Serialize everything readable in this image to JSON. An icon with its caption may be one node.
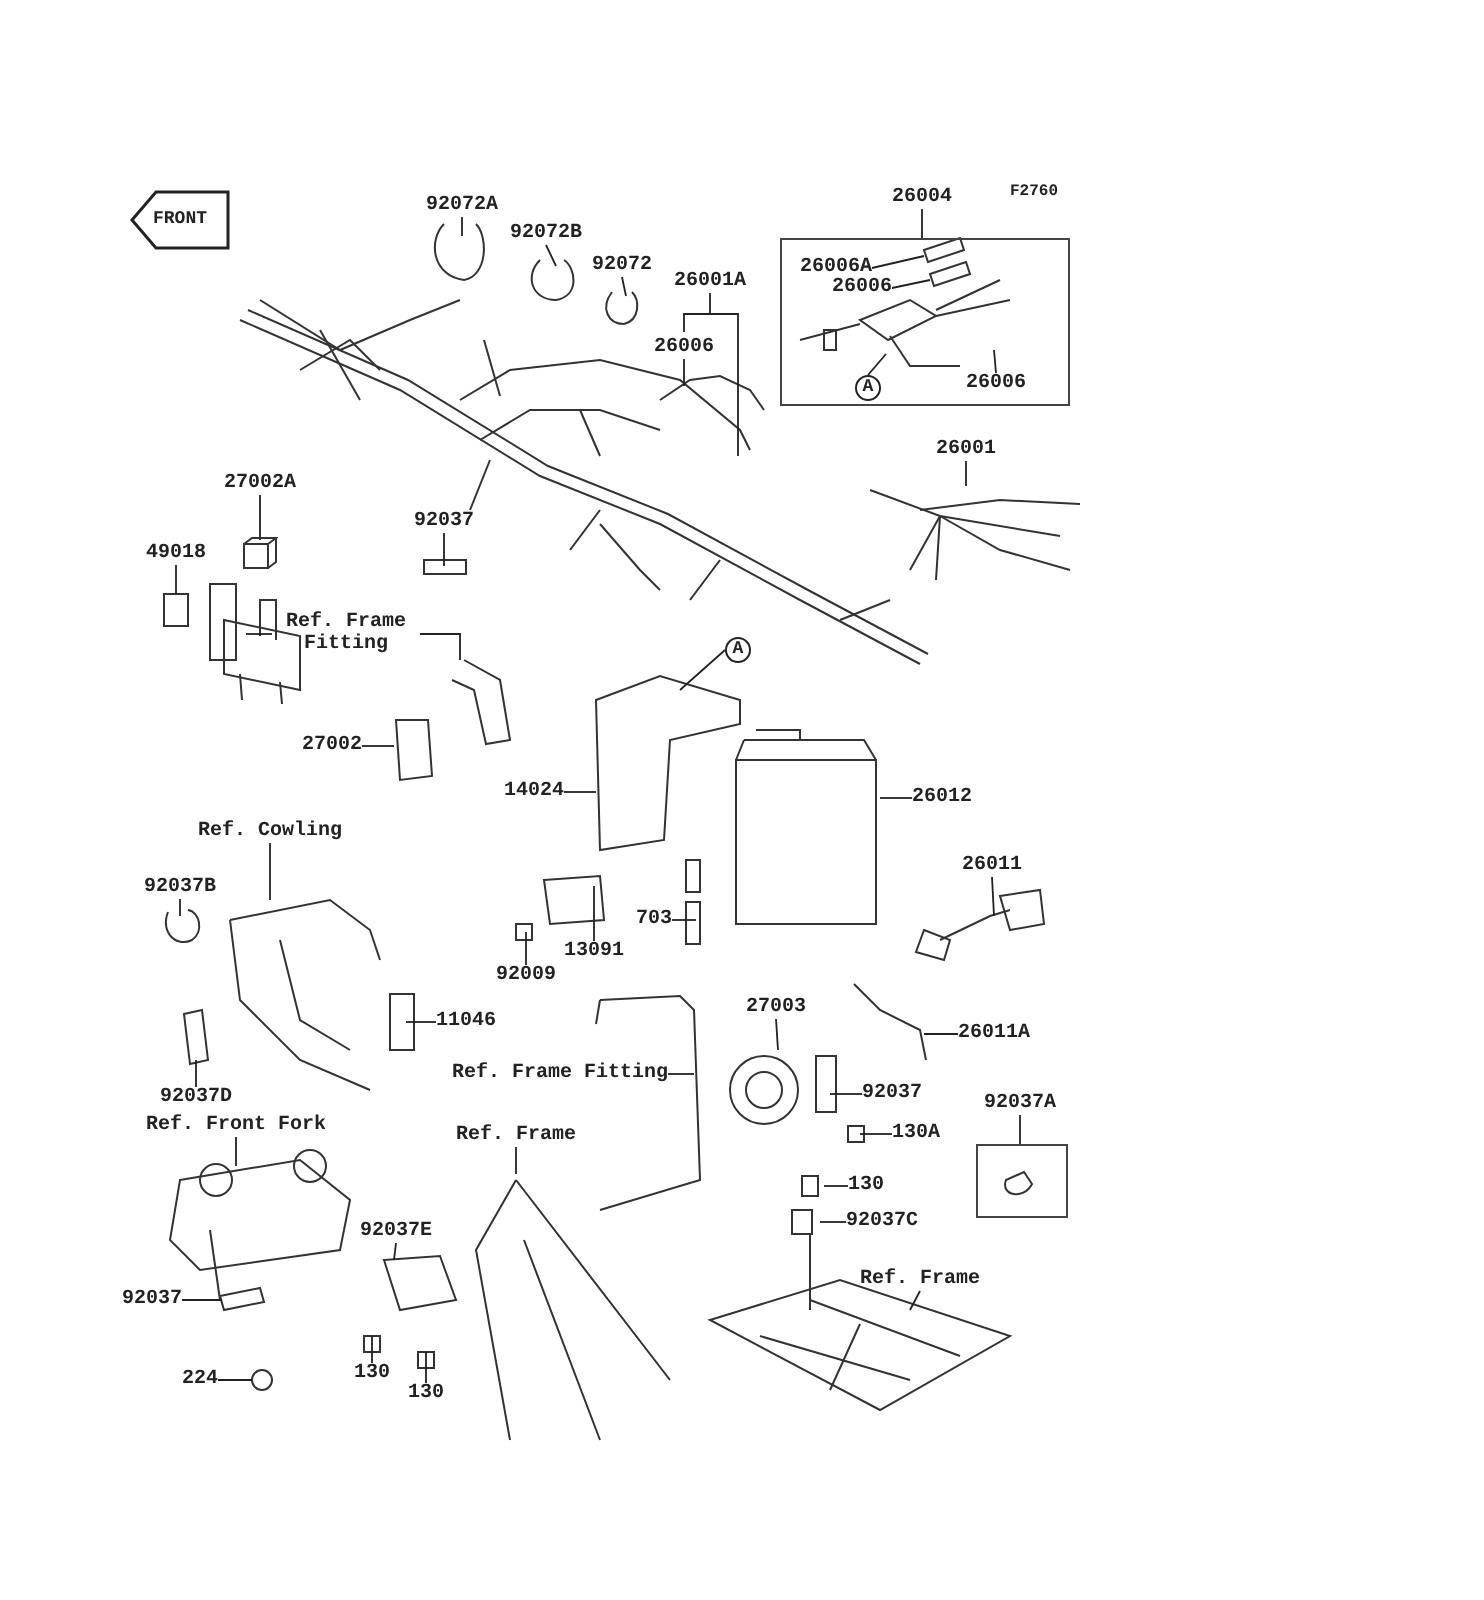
{
  "diagram": {
    "nodes": [
      {
        "text": [
          "92072A"
        ]
      },
      {
        "text": [
          "26004"
        ]
      },
      {
        "text": [],
        "shape": "box"
      },
      {
        "text": [
          "26006A"
        ],
        "in": 2
      },
      {
        "text": [
          "26006"
        ],
        "in": 2
      },
      {
        "text": [
          "A"
        ],
        "in": 2
      },
      {
        "text": [
          "26006"
        ],
        "in": 2
      },
      {
        "text": [
          "92072B"
        ]
      },
      {
        "text": [
          "92072"
        ]
      },
      {
        "text": [
          "26001A"
        ]
      },
      {
        "text": [
          "26006"
        ]
      },
      {
        "text": [
          "26001"
        ]
      },
      {
        "text": [
          "27002A"
        ]
      },
      {
        "text": [
          "92037"
        ]
      },
      {
        "text": [
          "49018"
        ]
      },
      {
        "text": [
          "Ref. Frame Fitting"
        ]
      },
      {
        "text": [
          "A"
        ]
      },
      {
        "text": [
          "27002"
        ]
      },
      {
        "text": [
          "14024"
        ]
      },
      {
        "text": [
          "26012"
        ]
      },
      {
        "text": [
          "26011"
        ]
      },
      {
        "text": [
          "Ref. Cowling"
        ]
      },
      {
        "text": [
          "92037B"
        ]
      },
      {
        "text": [
          "703"
        ]
      },
      {
        "text": [
          "13091"
        ]
      },
      {
        "text": [
          "92009"
        ]
      },
      {
        "text": [
          "27003"
        ]
      },
      {
        "text": [
          "11046"
        ]
      },
      {
        "text": [
          "26011A"
        ]
      },
      {
        "text": [
          "Ref. Frame Fitting"
        ]
      },
      {
        "text": [
          "92037"
        ]
      },
      {
        "text": [
          "92037D"
        ]
      },
      {
        "text": [
          "92037A"
        ]
      },
      {
        "text": [],
        "shape": "box"
      },
      {
        "text": [
          "130A"
        ]
      },
      {
        "text": [
          "Ref. Front Fork"
        ]
      },
      {
        "text": [
          "Ref. Frame"
        ]
      },
      {
        "text": [
          "130"
        ]
      },
      {
        "text": [
          "92037C"
        ]
      },
      {
        "text": [
          "92037E"
        ]
      },
      {
        "text": [
          "Ref. Frame"
        ]
      },
      {
        "text": [
          "92037"
        ]
      },
      {
        "text": [
          "224"
        ]
      },
      {
        "text": [
          "130"
        ]
      },
      {
        "text": [
          "130"
        ]
      },
      {
        "text": [],
        "shape": "picture"
      }
    ],
    "edges": [
      {
        "from": 0,
        "to": null,
        "arrow": "none"
      },
      {
        "from": 1,
        "to": 2,
        "arrow": "none"
      },
      {
        "from": 3,
        "to": null,
        "arrow": "none"
      },
      {
        "from": 4,
        "to": null,
        "arrow": "none"
      },
      {
        "from": 5,
        "to": null,
        "arrow": "none"
      },
      {
        "from": 6,
        "to": null,
        "arrow": "none"
      },
      {
        "from": 7,
        "to": null,
        "arrow": "none"
      },
      {
        "from": 8,
        "to": null,
        "arrow": "none"
      },
      {
        "from": 9,
        "to": null,
        "arrow": "none"
      },
      {
        "from": 10,
        "to": null,
        "arrow": "none"
      },
      {
        "from": 11,
        "to": null,
        "arrow": "none"
      },
      {
        "from": 12,
        "to": 45,
        "arrow": "none"
      },
      {
        "from": 13,
        "to": null,
        "arrow": "none"
      },
      {
        "from": 14,
        "to": null,
        "arrow": "none"
      },
      {
        "from": 15,
        "to": null,
        "arrow": "none"
      },
      {
        "from": 15,
        "to": null,
        "arrow": "none"
      },
      {
        "from": 16,
        "to": null,
        "arrow": "none"
      },
      {
        "from": 17,
        "to": null,
        "arrow": "none"
      },
      {
        "from": 18,
        "to": null,
        "arrow": "none"
      },
      {
        "from": 19,
        "to": null,
        "arrow": "none"
      },
      {
        "from": 20,
        "to": null,
        "arrow": "none"
      },
      {
        "from": 21,
        "to": null,
        "arrow": "none"
      },
      {
        "from": 22,
        "to": null,
        "arrow": "none"
      },
      {
        "from": 23,
        "to": null,
        "arrow": "none"
      },
      {
        "from": 24,
        "to": null,
        "arrow": "none"
      },
      {
        "from": 25,
        "to": null,
        "arrow": "none"
      },
      {
        "from": 26,
        "to": null,
        "arrow": "none"
      },
      {
        "from": 27,
        "to": null,
        "arrow": "none"
      },
      {
        "from": 28,
        "to": null,
        "arrow": "none"
      },
      {
        "from": 29,
        "to": null,
        "arrow": "none"
      },
      {
        "from": 30,
        "to": null,
        "arrow": "none"
      },
      {
        "from": 31,
        "to": null,
        "arrow": "none"
      },
      {
        "from": 32,
        "to": 33,
        "arrow": "none"
      },
      {
        "from": 34,
        "to": null,
        "arrow": "none"
      },
      {
        "from": 35,
        "to": null,
        "arrow": "none"
      },
      {
        "from": 36,
        "to": null,
        "arrow": "none"
      },
      {
        "from": 37,
        "to": null,
        "arrow": "none"
      },
      {
        "from": 38,
        "to": null,
        "arrow": "none"
      },
      {
        "from": 39,
        "to": null,
        "arrow": "none"
      },
      {
        "from": 40,
        "to": null,
        "arrow": "none"
      },
      {
        "from": 41,
        "to": null,
        "arrow": "none"
      },
      {
        "from": 42,
        "to": null,
        "arrow": "none"
      },
      {
        "from": 43,
        "to": null,
        "arrow": "none"
      },
      {
        "from": 44,
        "to": null,
        "arrow": "none"
      }
    ],
    "labels": [
      "F2760",
      "FRONT"
    ]
  }
}
